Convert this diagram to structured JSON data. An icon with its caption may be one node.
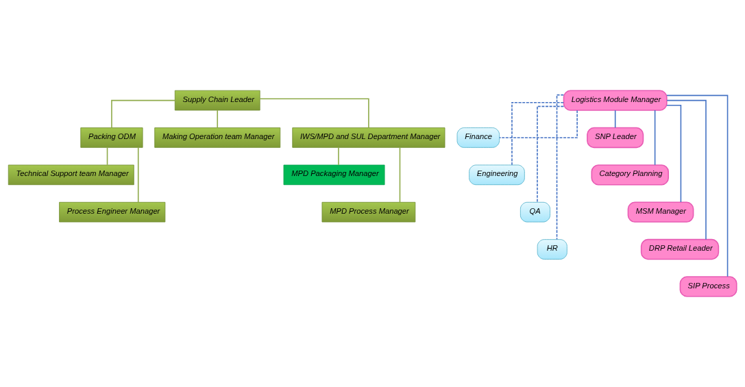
{
  "diagram": {
    "nodes": [
      {
        "text": [
          "Supply Chain Leader"
        ]
      },
      {
        "text": [
          "Logistics Module Manager"
        ]
      },
      {
        "text": [
          "Finance"
        ]
      },
      {
        "text": [
          "Engineering"
        ]
      },
      {
        "text": [
          "QA"
        ]
      },
      {
        "text": [
          "HR"
        ]
      },
      {
        "text": [
          "Packing ODM"
        ]
      },
      {
        "text": [
          "Making Operation team Manager"
        ]
      },
      {
        "text": [
          "IWS/MPD and SUL Department Manager"
        ]
      },
      {
        "text": [
          "Technical Support team Manager"
        ]
      },
      {
        "text": [
          "Process Engineer Manager"
        ]
      },
      {
        "text": [
          "MPD Packaging Manager"
        ]
      },
      {
        "text": [
          "MPD Process Manager"
        ]
      },
      {
        "text": [
          "SNP Leader"
        ]
      },
      {
        "text": [
          "Category Planning"
        ]
      },
      {
        "text": [
          "MSM Manager"
        ]
      },
      {
        "text": [
          "DRP Retail Leader"
        ]
      },
      {
        "text": [
          "SIP Process"
        ]
      }
    ],
    "edges": [
      {
        "from": 1,
        "to": 2,
        "arrow": "none",
        "style": "dashed"
      },
      {
        "from": 1,
        "to": 3,
        "arrow": "none",
        "style": "dashed"
      },
      {
        "from": 1,
        "to": 4,
        "arrow": "none",
        "style": "dashed"
      },
      {
        "from": 1,
        "to": 5,
        "arrow": "none",
        "style": "dashed"
      },
      {
        "from": 0,
        "to": 6,
        "arrow": "none",
        "color": "#8faa4a"
      },
      {
        "from": 0,
        "to": 7,
        "arrow": "none",
        "color": "#8faa4a"
      },
      {
        "from": 0,
        "to": 8,
        "arrow": "none",
        "color": "#8faa4a"
      },
      {
        "from": 6,
        "to": 9,
        "arrow": "none",
        "color": "#8faa4a"
      },
      {
        "from": 6,
        "to": 10,
        "arrow": "none",
        "color": "#8faa4a"
      },
      {
        "from": 8,
        "to": 11,
        "arrow": "none",
        "color": "#8faa4a"
      },
      {
        "from": 8,
        "to": 12,
        "arrow": "none",
        "color": "#8faa4a"
      },
      {
        "from": 1,
        "to": 13,
        "arrow": "none"
      },
      {
        "from": 1,
        "to": 14,
        "arrow": "none"
      },
      {
        "from": 1,
        "to": 15,
        "arrow": "none"
      },
      {
        "from": 1,
        "to": 16,
        "arrow": "none"
      },
      {
        "from": 1,
        "to": 17,
        "arrow": "none"
      }
    ]
  }
}
